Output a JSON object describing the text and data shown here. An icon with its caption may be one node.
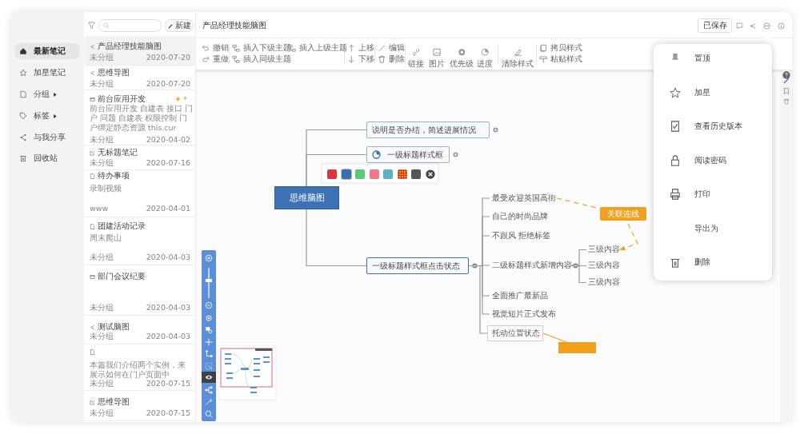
{
  "diagram": {
    "nodes": [
      {
        "text": [
          "思维脑图"
        ]
      },
      {
        "text": [
          "说明是否办结，简述进展情况"
        ]
      },
      {
        "text": [
          "一级标题样式框"
        ]
      },
      {
        "text": [
          "一级标题样式框点击状态"
        ]
      },
      {
        "text": [
          "最受欢迎英国高街"
        ]
      },
      {
        "text": [
          "自己的时尚品牌"
        ]
      },
      {
        "text": [
          "不跟风 拒绝标签"
        ]
      },
      {
        "text": [
          "二级标题样式新增内容"
        ]
      },
      {
        "text": [
          "全面推广最新品"
        ]
      },
      {
        "text": [
          "视觉短片正式发布"
        ]
      },
      {
        "text": [
          "托动位置状态"
        ]
      },
      {
        "text": [
          "三级内容"
        ]
      },
      {
        "text": [
          "三级内容"
        ]
      },
      {
        "text": [
          "三级内容"
        ]
      },
      {
        "text": [],
        "shape": "box"
      }
    ],
    "edges": [
      {
        "from": 0,
        "to": 1,
        "arrow": "none"
      },
      {
        "from": 0,
        "to": 2,
        "arrow": "none"
      },
      {
        "from": 0,
        "to": 3,
        "arrow": "none"
      },
      {
        "from": 3,
        "to": 4,
        "arrow": "none"
      },
      {
        "from": 3,
        "to": 5,
        "arrow": "none"
      },
      {
        "from": 3,
        "to": 6,
        "arrow": "none"
      },
      {
        "from": 3,
        "to": 7,
        "arrow": "none"
      },
      {
        "from": 3,
        "to": 8,
        "arrow": "none"
      },
      {
        "from": 3,
        "to": 9,
        "arrow": "none"
      },
      {
        "from": 3,
        "to": 10,
        "arrow": "none"
      },
      {
        "from": 7,
        "to": 11,
        "arrow": "none"
      },
      {
        "from": 7,
        "to": 12,
        "arrow": "none"
      },
      {
        "from": 7,
        "to": 13,
        "arrow": "none"
      },
      {
        "from": 4,
        "to": 11,
        "arrow": "to",
        "label": "关联连线",
        "style": "dashed",
        "color": "#f0a020"
      },
      {
        "from": 10,
        "to": 14,
        "arrow": "none",
        "color": "#f0a020"
      }
    ],
    "labels": [
      "新建",
      "最新笔记",
      "加星笔记",
      "分组",
      "标签",
      "与我分享",
      "回收站",
      "产品经理技能脑图",
      "未分组",
      "2020-07-20",
      "思维导图",
      "未分组",
      "2020-07-20",
      "前台应用开发",
      "前台应用开发 自建表 接口 门户 问题 自建表 权限控制 门户绑定静态资源 this.cur",
      "未分组",
      "2020-04-02",
      "无标题笔记",
      "未分组",
      "2020-07-16",
      "待办事项",
      "录制视频",
      "www",
      "2020-04-01",
      "团建活动记录",
      "周末爬山",
      "未分组",
      "2020-04-03",
      "部门会议纪要",
      "未分组",
      "2020-04-03",
      "测试脑图",
      "未分组",
      "2020-04-03",
      "本篇我们介绍两个实例，来展示如何在门户页面中",
      "未分组",
      "2020-07-15",
      "思维导图",
      "未分组",
      "2020-07-15",
      "产品经理技能脑图",
      "已保存",
      "撤销",
      "重做",
      "插入下级主题",
      "插入上级主题",
      "插入同级主题",
      "上移",
      "下移",
      "编辑",
      "删除",
      "链接",
      "图片",
      "优先级",
      "进度",
      "清除样式",
      "拷贝样式",
      "粘贴样式",
      "置顶",
      "加星",
      "查看历史版本",
      "阅读密码",
      "打印",
      "导出为",
      "删除"
    ]
  }
}
